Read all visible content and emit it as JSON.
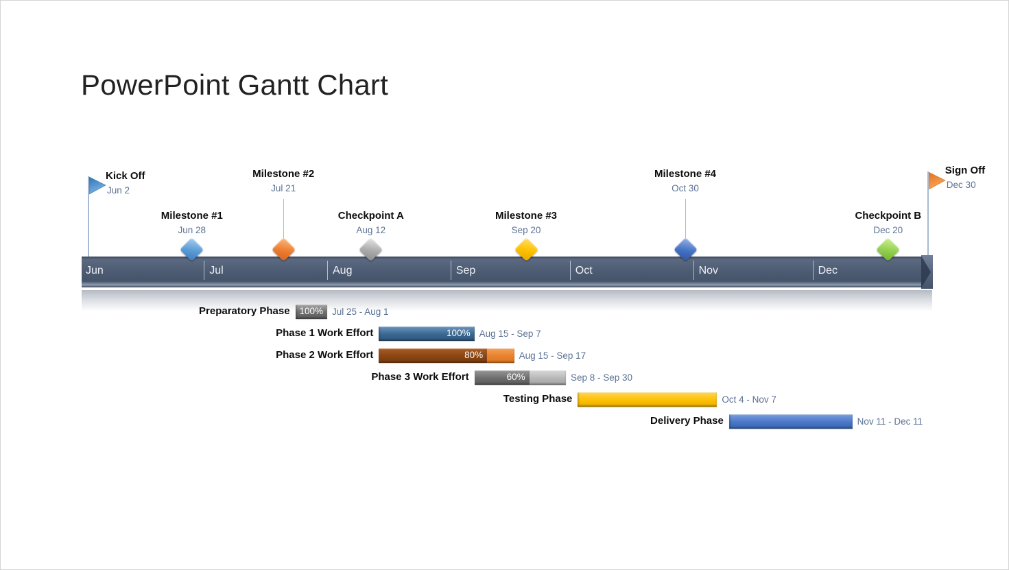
{
  "page": {
    "title": "PowerPoint Gantt Chart"
  },
  "chart_data": {
    "type": "gantt",
    "title": "PowerPoint Gantt Chart",
    "timeline": {
      "months": [
        "Jun",
        "Jul",
        "Aug",
        "Sep",
        "Oct",
        "Nov",
        "Dec"
      ],
      "start": "Jun 1",
      "end": "Dec 31"
    },
    "milestones": [
      {
        "label": "Kick Off",
        "date": "Jun 2",
        "shape": "flag",
        "variant": "start",
        "tier": "high",
        "colors": [
          "#7fb2e2",
          "#2e75b6"
        ]
      },
      {
        "label": "Milestone #1",
        "date": "Jun 28",
        "shape": "diamond",
        "tier": "low",
        "colors": [
          "#a8d0f0",
          "#5b9bd5",
          "#3c7cc0"
        ]
      },
      {
        "label": "Milestone #2",
        "date": "Jul 21",
        "shape": "diamond",
        "tier": "high",
        "colors": [
          "#f9bc80",
          "#ed7d31",
          "#d8641a"
        ]
      },
      {
        "label": "Checkpoint A",
        "date": "Aug 12",
        "shape": "diamond",
        "tier": "low",
        "colors": [
          "#e8e8e8",
          "#ababab",
          "#8c8c8c"
        ]
      },
      {
        "label": "Milestone #3",
        "date": "Sep 20",
        "shape": "diamond",
        "tier": "low",
        "colors": [
          "#ffdf70",
          "#ffc000",
          "#e5a700"
        ]
      },
      {
        "label": "Milestone #4",
        "date": "Oct 30",
        "shape": "diamond",
        "tier": "high",
        "colors": [
          "#9ab4e8",
          "#4472c4",
          "#30569e"
        ]
      },
      {
        "label": "Checkpoint B",
        "date": "Dec 20",
        "shape": "diamond",
        "tier": "low",
        "colors": [
          "#d2f096",
          "#92d050",
          "#74b32c"
        ]
      },
      {
        "label": "Sign Off",
        "date": "Dec 30",
        "shape": "flag",
        "variant": "end",
        "tier": "high",
        "colors": [
          "#f7a65e",
          "#e2701c"
        ]
      }
    ],
    "tasks": [
      {
        "label": "Preparatory Phase",
        "start": "Jul 25",
        "end": "Aug 1",
        "percent": 100,
        "percent_label": "100%",
        "date_range": "Jul 25 - Aug 1",
        "fill_colors": [
          "#a6a6a6",
          "#6f6f6f",
          "#585858"
        ],
        "remainder_colors": null
      },
      {
        "label": "Phase 1 Work Effort",
        "start": "Aug 15",
        "end": "Sep 7",
        "percent": 100,
        "percent_label": "100%",
        "date_range": "Aug 15 - Sep 7",
        "fill_colors": [
          "#6793bd",
          "#3a678f",
          "#2e567d"
        ],
        "remainder_colors": null
      },
      {
        "label": "Phase 2 Work Effort",
        "start": "Aug 15",
        "end": "Sep 17",
        "percent": 80,
        "percent_label": "80%",
        "date_range": "Aug 15 - Sep 17",
        "fill_colors": [
          "#aa5c22",
          "#8a4513",
          "#743a0f"
        ],
        "remainder_colors": [
          "#f2a159",
          "#e8802c",
          "#d97621"
        ]
      },
      {
        "label": "Phase 3 Work Effort",
        "start": "Sep 8",
        "end": "Sep 30",
        "percent": 60,
        "percent_label": "60%",
        "date_range": "Sep 8 - Sep 30",
        "fill_colors": [
          "#969696",
          "#6d6d6d",
          "#5a5a5a"
        ],
        "remainder_colors": [
          "#d8d8d8",
          "#b7b7b7",
          "#a2a2a2"
        ]
      },
      {
        "label": "Testing Phase",
        "start": "Oct 4",
        "end": "Nov 7",
        "percent": null,
        "percent_label": null,
        "date_range": "Oct 4 - Nov 7",
        "fill_colors": [
          "#ffd554",
          "#fec003",
          "#e9ad00"
        ],
        "remainder_colors": null
      },
      {
        "label": "Delivery Phase",
        "start": "Nov 11",
        "end": "Dec 11",
        "percent": null,
        "percent_label": null,
        "date_range": "Nov 11 - Dec 11",
        "fill_colors": [
          "#7b9edb",
          "#4a77c9",
          "#3a63ae"
        ],
        "remainder_colors": null
      }
    ],
    "colors": {
      "timeline_bar": "#4d5b72",
      "month_text": "#eef1f6",
      "label_text": "#0d0d0d",
      "date_text": "#5b7194",
      "connector_line": "#a7bad2"
    }
  }
}
